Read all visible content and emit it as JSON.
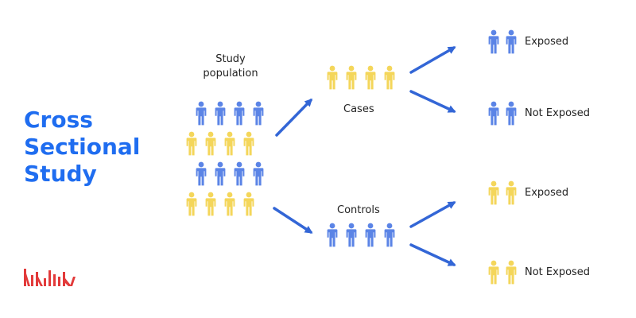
{
  "title_lines": [
    "Cross",
    "Sectional",
    "Study"
  ],
  "population_label": "Study population",
  "cases_label": "Cases",
  "controls_label": "Controls",
  "outcomes": {
    "cases_exposed": "Exposed",
    "cases_not_exposed": "Not Exposed",
    "controls_exposed": "Exposed",
    "controls_not_exposed": "Not Exposed"
  },
  "colors": {
    "blue": "#5b84e6",
    "yellow": "#f4d65a",
    "arrow": "#3366d6",
    "title": "#1f6df0",
    "logo": "#e23a3a"
  },
  "icons": [
    "person-icon",
    "arrow-icon",
    "brand-logo-icon"
  ]
}
